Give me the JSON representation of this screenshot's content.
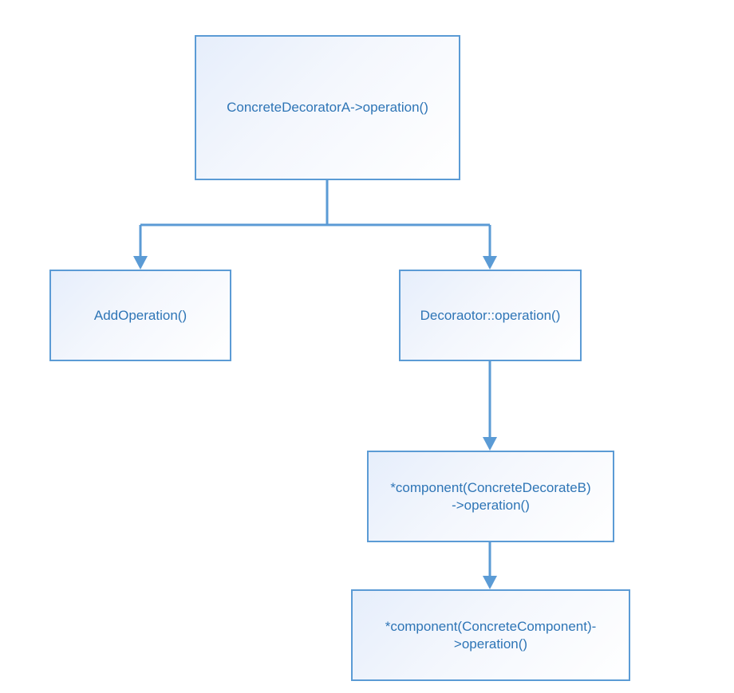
{
  "nodes": {
    "decorator_a": "ConcreteDecoratorA->operation()",
    "add_operation": "AddOperation()",
    "decorator_operation": "Decoraotor::operation()",
    "component_b": "*component(ConcreteDecorateB)\n->operation()",
    "component_concrete": "*component(ConcreteComponent)-\n>operation()"
  },
  "colors": {
    "stroke": "#5b9bd5",
    "text": "#2e75b6",
    "fill_start": "#e6eefb",
    "fill_end": "#ffffff"
  }
}
